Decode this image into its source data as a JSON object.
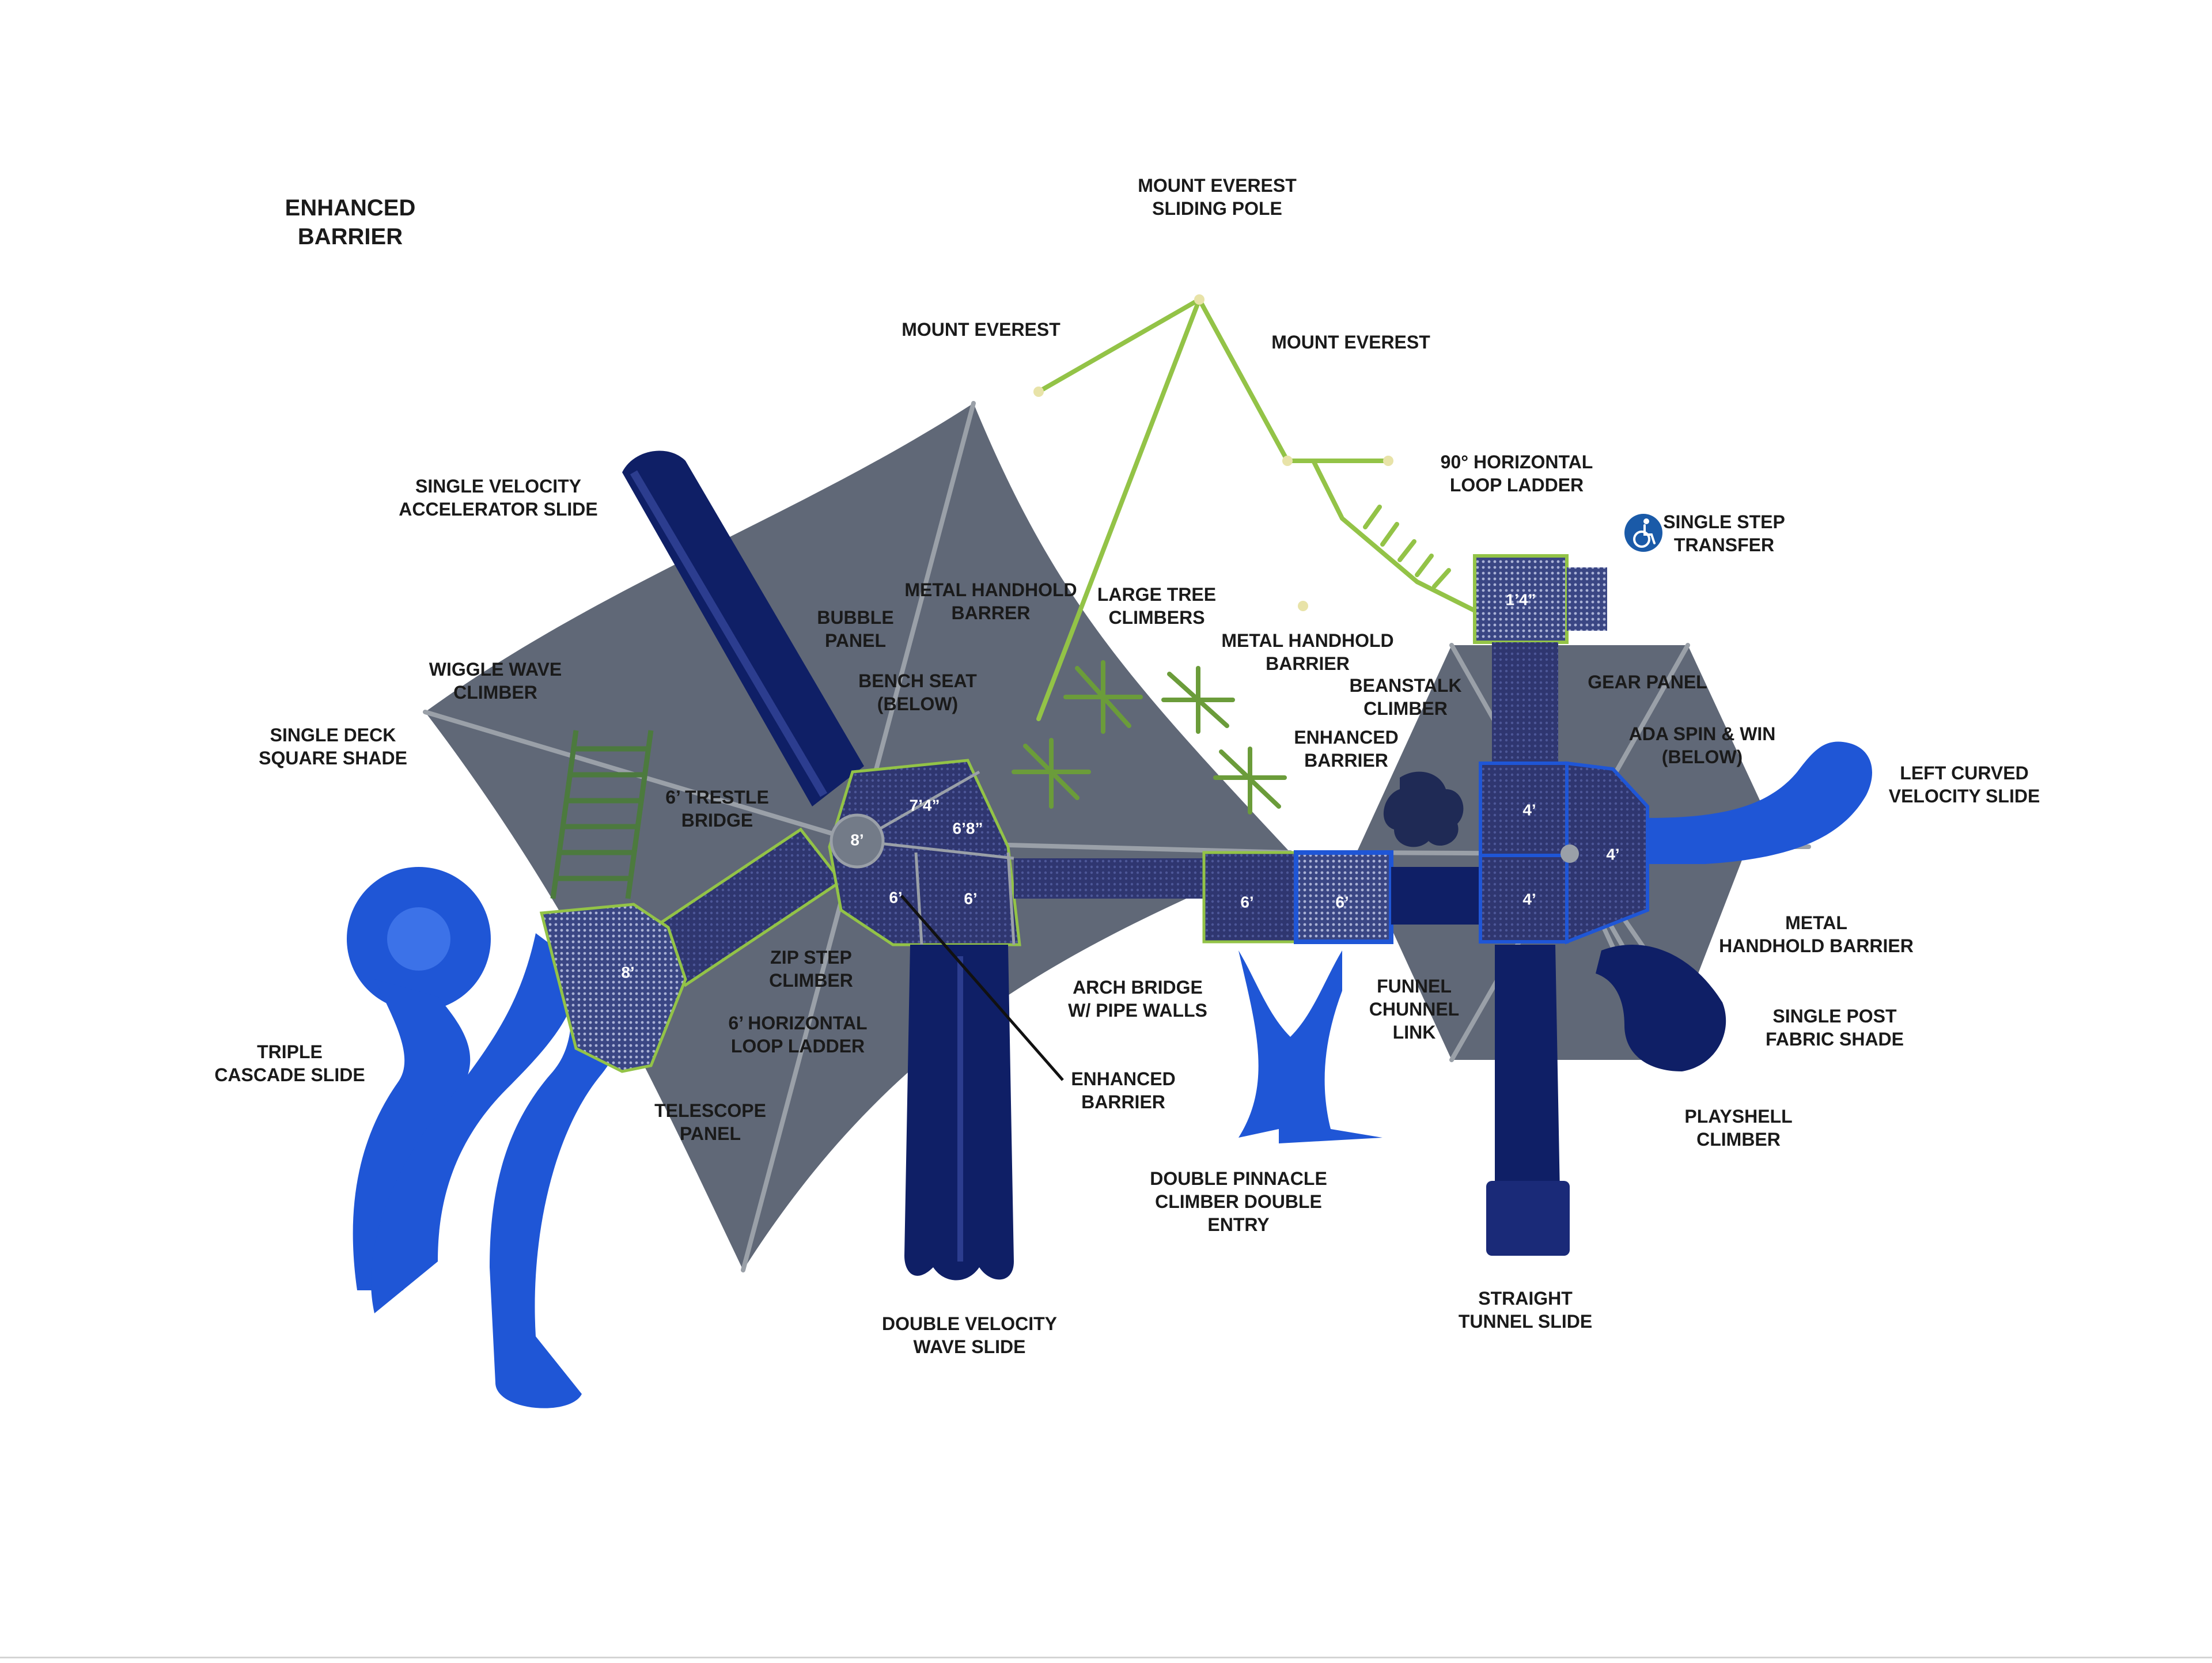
{
  "colors": {
    "shade": "#4f5868",
    "deck": "#333a73",
    "slide_blue": "#1f56d6",
    "slide_navy": "#0f1f66",
    "frame_green": "#93c347",
    "ladder_green": "#4c7a3e",
    "label": "#1a1a1a",
    "ada_badge": "#1a5aa8"
  },
  "labels": {
    "enhanced_barrier_top": [
      "ENHANCED",
      "BARRIER"
    ],
    "mount_everest_sliding_pole": [
      "MOUNT EVEREST",
      "SLIDING POLE"
    ],
    "mount_everest_left": [
      "MOUNT EVEREST"
    ],
    "mount_everest_right": [
      "MOUNT EVEREST"
    ],
    "horizontal_loop_ladder_90": [
      "90° HORIZONTAL",
      "LOOP LADDER"
    ],
    "single_step_transfer": [
      "SINGLE STEP",
      "TRANSFER"
    ],
    "single_velocity_accelerator_slide": [
      "SINGLE VELOCITY",
      "ACCELERATOR SLIDE"
    ],
    "bubble_panel": [
      "BUBBLE",
      "PANEL"
    ],
    "metal_handhold_barrer": [
      "METAL HANDHOLD",
      "BARRER"
    ],
    "large_tree_climbers": [
      "LARGE TREE",
      "CLIMBERS"
    ],
    "metal_handhold_barrier_mid": [
      "METAL HANDHOLD",
      "BARRIER"
    ],
    "beanstalk_climber": [
      "BEANSTALK",
      "CLIMBER"
    ],
    "gear_panel": [
      "GEAR PANEL"
    ],
    "wiggle_wave_climber": [
      "WIGGLE WAVE",
      "CLIMBER"
    ],
    "bench_seat_below": [
      "BENCH SEAT",
      "(BELOW)"
    ],
    "single_deck_square_shade": [
      "SINGLE DECK",
      "SQUARE SHADE"
    ],
    "enhanced_barrier_mid": [
      "ENHANCED",
      "BARRIER"
    ],
    "ada_spin_win_below": [
      "ADA SPIN & WIN",
      "(BELOW)"
    ],
    "left_curved_velocity_slide": [
      "LEFT CURVED",
      "VELOCITY SLIDE"
    ],
    "trestle_bridge": [
      "6’ TRESTLE",
      "BRIDGE"
    ],
    "metal_handhold_barrier_right": [
      "METAL",
      "HANDHOLD BARRIER"
    ],
    "zip_step_climber": [
      "ZIP STEP",
      "CLIMBER"
    ],
    "arch_bridge_pipe_walls": [
      "ARCH BRIDGE",
      "W/ PIPE WALLS"
    ],
    "funnel_chunnel_link": [
      "FUNNEL",
      "CHUNNEL",
      "LINK"
    ],
    "horizontal_loop_ladder_6": [
      "6’ HORIZONTAL",
      "LOOP LADDER"
    ],
    "single_post_fabric_shade": [
      "SINGLE POST",
      "FABRIC SHADE"
    ],
    "triple_cascade_slide": [
      "TRIPLE",
      "CASCADE SLIDE"
    ],
    "enhanced_barrier_lower": [
      "ENHANCED",
      "BARRIER"
    ],
    "telescope_panel": [
      "TELESCOPE",
      "PANEL"
    ],
    "playshell_climber": [
      "PLAYSHELL",
      "CLIMBER"
    ],
    "double_pinnacle_climber": [
      "DOUBLE PINNACLE",
      "CLIMBER DOUBLE",
      "ENTRY"
    ],
    "double_velocity_wave_slide": [
      "DOUBLE VELOCITY",
      "WAVE SLIDE"
    ],
    "straight_tunnel_slide": [
      "STRAIGHT",
      "TUNNEL SLIDE"
    ]
  },
  "deck_heights": {
    "hub_octagon": "8’",
    "deck_7_4": "7’4”",
    "deck_6_8": "6’8”",
    "deck_6_left": "6’",
    "deck_6_center": "6’",
    "bridge_deck_6a": "6’",
    "bridge_deck_6b": "6’",
    "cascade_deck": "8’",
    "right_upper": "4’",
    "right_lower": "4’",
    "right_side": "4’",
    "transfer_deck": "1’4”"
  },
  "icons": {
    "accessibility": "wheelchair-accessible-icon"
  }
}
